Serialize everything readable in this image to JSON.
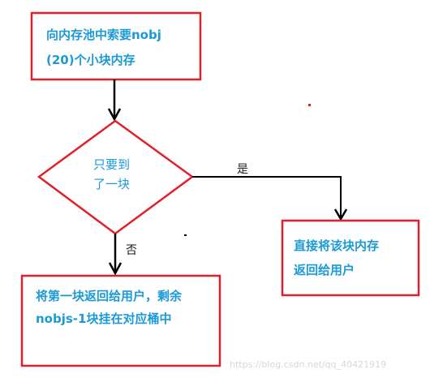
{
  "colors": {
    "box_border": "#e0202a",
    "node_text": "#1a9ad6",
    "arrow": "#000000",
    "edge_label": "#1a1a1a",
    "watermark": "#d7d7d7"
  },
  "nodes": {
    "request": {
      "lines": [
        "向内存池中索要nobj",
        "(20)个小块内存"
      ]
    },
    "decision": {
      "lines": [
        "只要到",
        "了一块"
      ]
    },
    "return_user": {
      "lines": [
        "直接将该块内存",
        "返回给用户"
      ]
    },
    "hang_rest": {
      "lines": [
        "将第一块返回给用户，剩余",
        "nobjs-1块挂在对应桶中"
      ]
    }
  },
  "edges": {
    "yes_label": "是",
    "no_label": "否"
  },
  "watermark": "https://blog.csdn.net/qq_40421919"
}
